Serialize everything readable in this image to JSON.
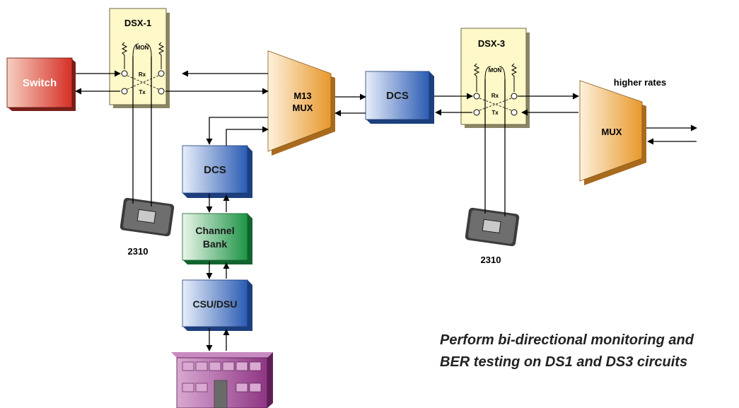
{
  "switch": {
    "label": "Switch"
  },
  "dsx1": {
    "title": "DSX-1",
    "mon": "MON",
    "rx": "Rx",
    "tx": "Tx"
  },
  "dsx3": {
    "title": "DSX-3",
    "mon": "MON",
    "rx": "Rx",
    "tx": "Tx"
  },
  "m13": {
    "line1": "M13",
    "line2": "MUX"
  },
  "dcs_top": {
    "label": "DCS"
  },
  "dcs_left": {
    "label": "DCS"
  },
  "channel_bank": {
    "line1": "Channel",
    "line2": "Bank"
  },
  "csu_dsu": {
    "label": "CSU/DSU"
  },
  "mux_right": {
    "label": "MUX"
  },
  "higher_rates": "higher rates",
  "tester_left": {
    "model": "2310"
  },
  "tester_right": {
    "model": "2310"
  },
  "caption": {
    "line1": "Perform bi-directional monitoring and",
    "line2": "BER testing on DS1 and DS3 circuits"
  },
  "colors": {
    "switch": "#d9342b",
    "dcs": "#2f5fb3",
    "channel_bank": "#1f9a4a",
    "mux": "#e99a2e",
    "panel": "#fff8c8",
    "building": "#9a3f8e"
  }
}
